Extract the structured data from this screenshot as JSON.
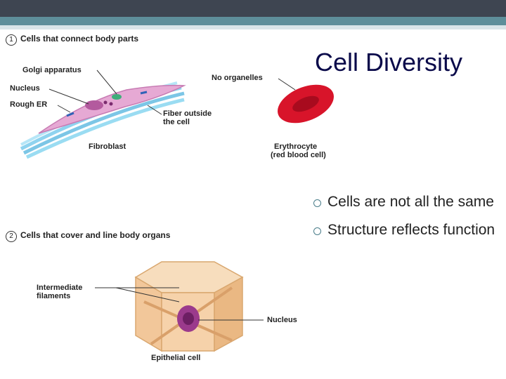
{
  "slide": {
    "title": "Cell Diversity",
    "bullets": [
      "Cells are not all the same",
      "Structure reflects function"
    ]
  },
  "figure": {
    "section1": {
      "number": "1",
      "heading": "Cells that connect body parts"
    },
    "section2": {
      "number": "2",
      "heading": "Cells that cover and line body organs"
    },
    "labels": {
      "golgi": "Golgi apparatus",
      "nucleus1": "Nucleus",
      "rough_er": "Rough ER",
      "no_organelles": "No organelles",
      "fiber_line1": "Fiber outside",
      "fiber_line2": "the cell",
      "fibroblast": "Fibroblast",
      "erythrocyte_line1": "Erythrocyte",
      "erythrocyte_line2": "(red blood cell)",
      "filaments_line1": "Intermediate",
      "filaments_line2": "filaments",
      "nucleus2": "Nucleus",
      "epithelial": "Epithelial cell"
    }
  },
  "colors": {
    "theme_dark": "#3e4551",
    "theme_teal": "#5e8e9a",
    "title": "#0a0a4a",
    "rbc": "#d8142a",
    "fibroblast": "#e6a9d4",
    "fiber": "#8fd3ef",
    "epithelial": "#f2c79a",
    "nucleus": "#9b3a8c"
  }
}
